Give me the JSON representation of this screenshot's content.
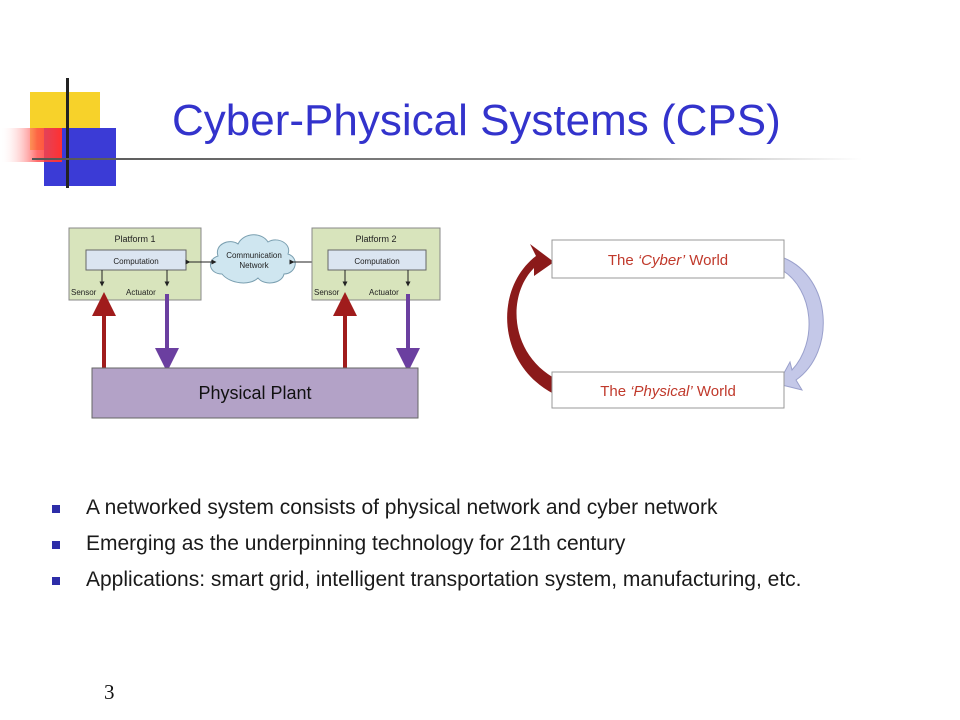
{
  "slide": {
    "title": "Cyber-Physical Systems (CPS)",
    "page_number": "3"
  },
  "diagram_cps": {
    "platform_1": "Platform 1",
    "platform_2": "Platform 2",
    "computation": "Computation",
    "sensor": "Sensor",
    "actuator": "Actuator",
    "network_line1": "Communication",
    "network_line2": "Network",
    "plant": "Physical Plant"
  },
  "diagram_worlds": {
    "cyber_pre": "The ",
    "cyber_em": "‘Cyber’",
    "cyber_post": " World",
    "physical_pre": "The ",
    "physical_em": "‘Physical’",
    "physical_post": " World"
  },
  "bullets": [
    "A networked system consists of  physical network and cyber network",
    "Emerging as the underpinning technology for 21th century",
    "Applications: smart grid, intelligent transportation system, manufacturing, etc."
  ],
  "colors": {
    "title": "#3333cc",
    "platform_fill": "#d8e4bc",
    "plant_fill": "#b3a2c7",
    "cloud_fill": "#cfe6f0",
    "sensor_arrow": "#a01c1c",
    "actuator_arrow": "#6b3fa0",
    "world_text": "#c0392b",
    "cyber_arc": "#8b1a1a",
    "physical_arc": "#b8bde0"
  }
}
